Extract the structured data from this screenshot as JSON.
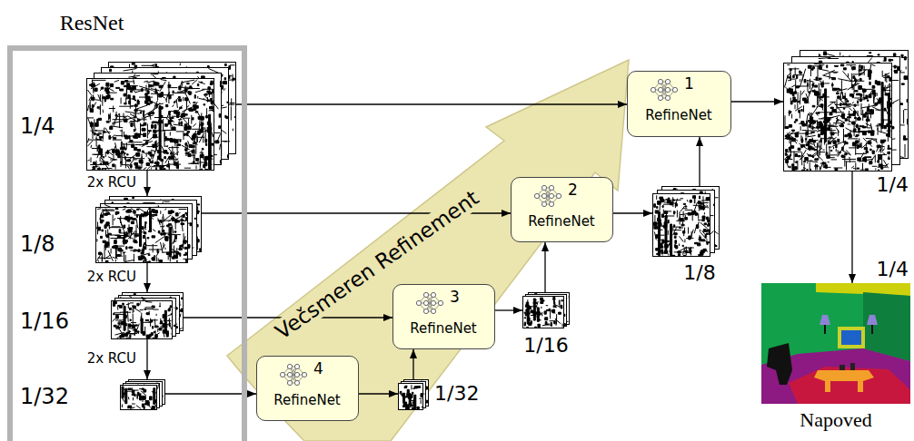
{
  "diagram": {
    "nodes": [
      {
        "text": [
          "ResNet"
        ]
      },
      {
        "text": [
          "1/4"
        ],
        "in": 0
      },
      {
        "text": [
          "1/8"
        ],
        "in": 0
      },
      {
        "text": [
          "1/16"
        ],
        "in": 0
      },
      {
        "text": [
          "1/32"
        ],
        "in": 0
      },
      {
        "text": [
          "4",
          "RefineNet"
        ]
      },
      {
        "text": [
          "1/32"
        ]
      },
      {
        "text": [
          "3",
          "RefineNet"
        ]
      },
      {
        "text": [
          "1/16"
        ]
      },
      {
        "text": [
          "2",
          "RefineNet"
        ]
      },
      {
        "text": [
          "1/8"
        ]
      },
      {
        "text": [
          "1",
          "RefineNet"
        ]
      },
      {
        "text": [
          "1/4"
        ]
      },
      {
        "text": [
          "1/4",
          "Napoved"
        ]
      }
    ],
    "edges": [
      {
        "from": 1,
        "to": 2,
        "arrow": "to",
        "label": "2x RCU"
      },
      {
        "from": 2,
        "to": 3,
        "arrow": "to",
        "label": "2x RCU"
      },
      {
        "from": 3,
        "to": 4,
        "arrow": "to",
        "label": "2x RCU"
      },
      {
        "from": 1,
        "to": 11,
        "arrow": "to"
      },
      {
        "from": 2,
        "to": 9,
        "arrow": "to"
      },
      {
        "from": 3,
        "to": 7,
        "arrow": "to"
      },
      {
        "from": 4,
        "to": 5,
        "arrow": "to"
      },
      {
        "from": 5,
        "to": 6,
        "arrow": "to"
      },
      {
        "from": 6,
        "to": 7,
        "arrow": "to"
      },
      {
        "from": 7,
        "to": 8,
        "arrow": "to"
      },
      {
        "from": 8,
        "to": 9,
        "arrow": "to"
      },
      {
        "from": 9,
        "to": 10,
        "arrow": "to"
      },
      {
        "from": 10,
        "to": 11,
        "arrow": "to"
      },
      {
        "from": 11,
        "to": 12,
        "arrow": "to"
      },
      {
        "from": 12,
        "to": 13,
        "arrow": "to"
      }
    ],
    "labels": [
      "Večsmeren Refinement"
    ]
  }
}
